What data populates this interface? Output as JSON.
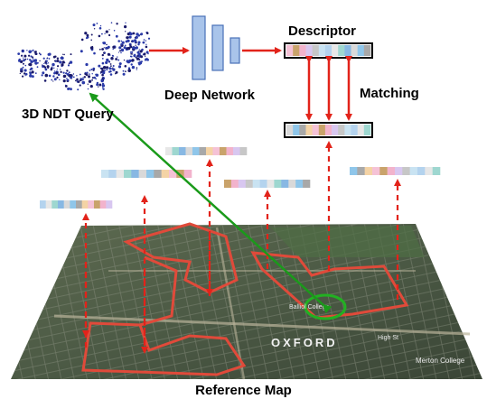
{
  "labels": {
    "query": "3D NDT Query",
    "network": "Deep Network",
    "descriptor": "Descriptor",
    "matching": "Matching",
    "reference_map": "Reference Map"
  },
  "map_labels": [
    "Balliol College",
    "OXFORD",
    "High St",
    "Merton College"
  ],
  "colors": {
    "red_arrow": "#e2231a",
    "green_arrow": "#1a9a1a",
    "network_fill": "#a9c4ea",
    "network_stroke": "#4a72b8",
    "map_dark": "#35432f",
    "map_light": "#5d6a50",
    "route_red": "#e04a3a",
    "highlight_green": "#22b022"
  },
  "descriptor_palette": [
    "#f5c2d6",
    "#c9e3f2",
    "#d9d9d9",
    "#c9a36b",
    "#b4d3ee",
    "#8fc6ea",
    "#f2b3cc",
    "#e7e7e7",
    "#a8a8a8",
    "#d8c7f0",
    "#9ed7d0",
    "#f4d3a5",
    "#c7c7c7",
    "#88b8e3"
  ]
}
